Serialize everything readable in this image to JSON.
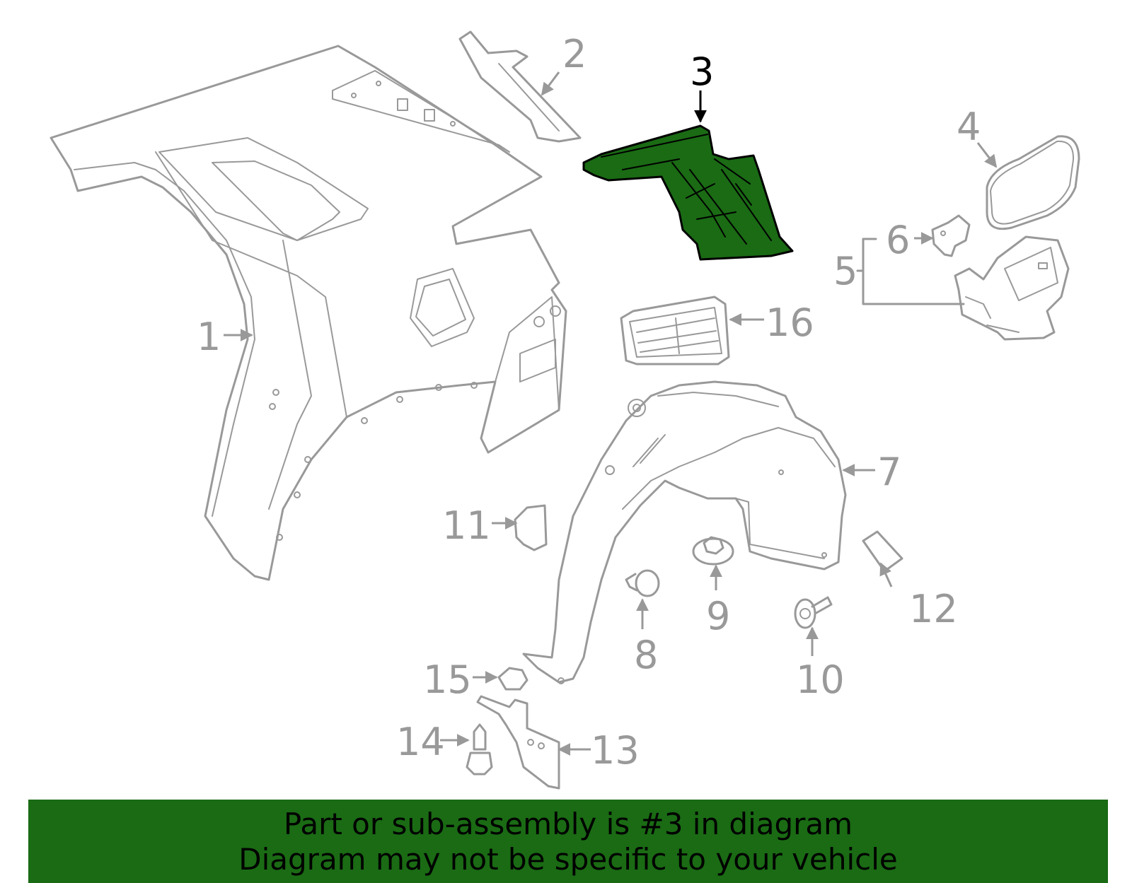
{
  "diagram": {
    "highlight_color": "#1a6b14",
    "line_color": "#999999",
    "labels": [
      {
        "id": "1",
        "text": "1"
      },
      {
        "id": "2",
        "text": "2"
      },
      {
        "id": "3",
        "text": "3",
        "highlighted": true
      },
      {
        "id": "4",
        "text": "4"
      },
      {
        "id": "5",
        "text": "5"
      },
      {
        "id": "6",
        "text": "6"
      },
      {
        "id": "7",
        "text": "7"
      },
      {
        "id": "8",
        "text": "8"
      },
      {
        "id": "9",
        "text": "9"
      },
      {
        "id": "10",
        "text": "10"
      },
      {
        "id": "11",
        "text": "11"
      },
      {
        "id": "12",
        "text": "12"
      },
      {
        "id": "13",
        "text": "13"
      },
      {
        "id": "14",
        "text": "14"
      },
      {
        "id": "15",
        "text": "15"
      },
      {
        "id": "16",
        "text": "16"
      }
    ]
  },
  "banner": {
    "line1": "Part or sub-assembly is #3 in diagram",
    "line2": "Diagram may not be specific to your vehicle",
    "background": "#1a6b14"
  }
}
